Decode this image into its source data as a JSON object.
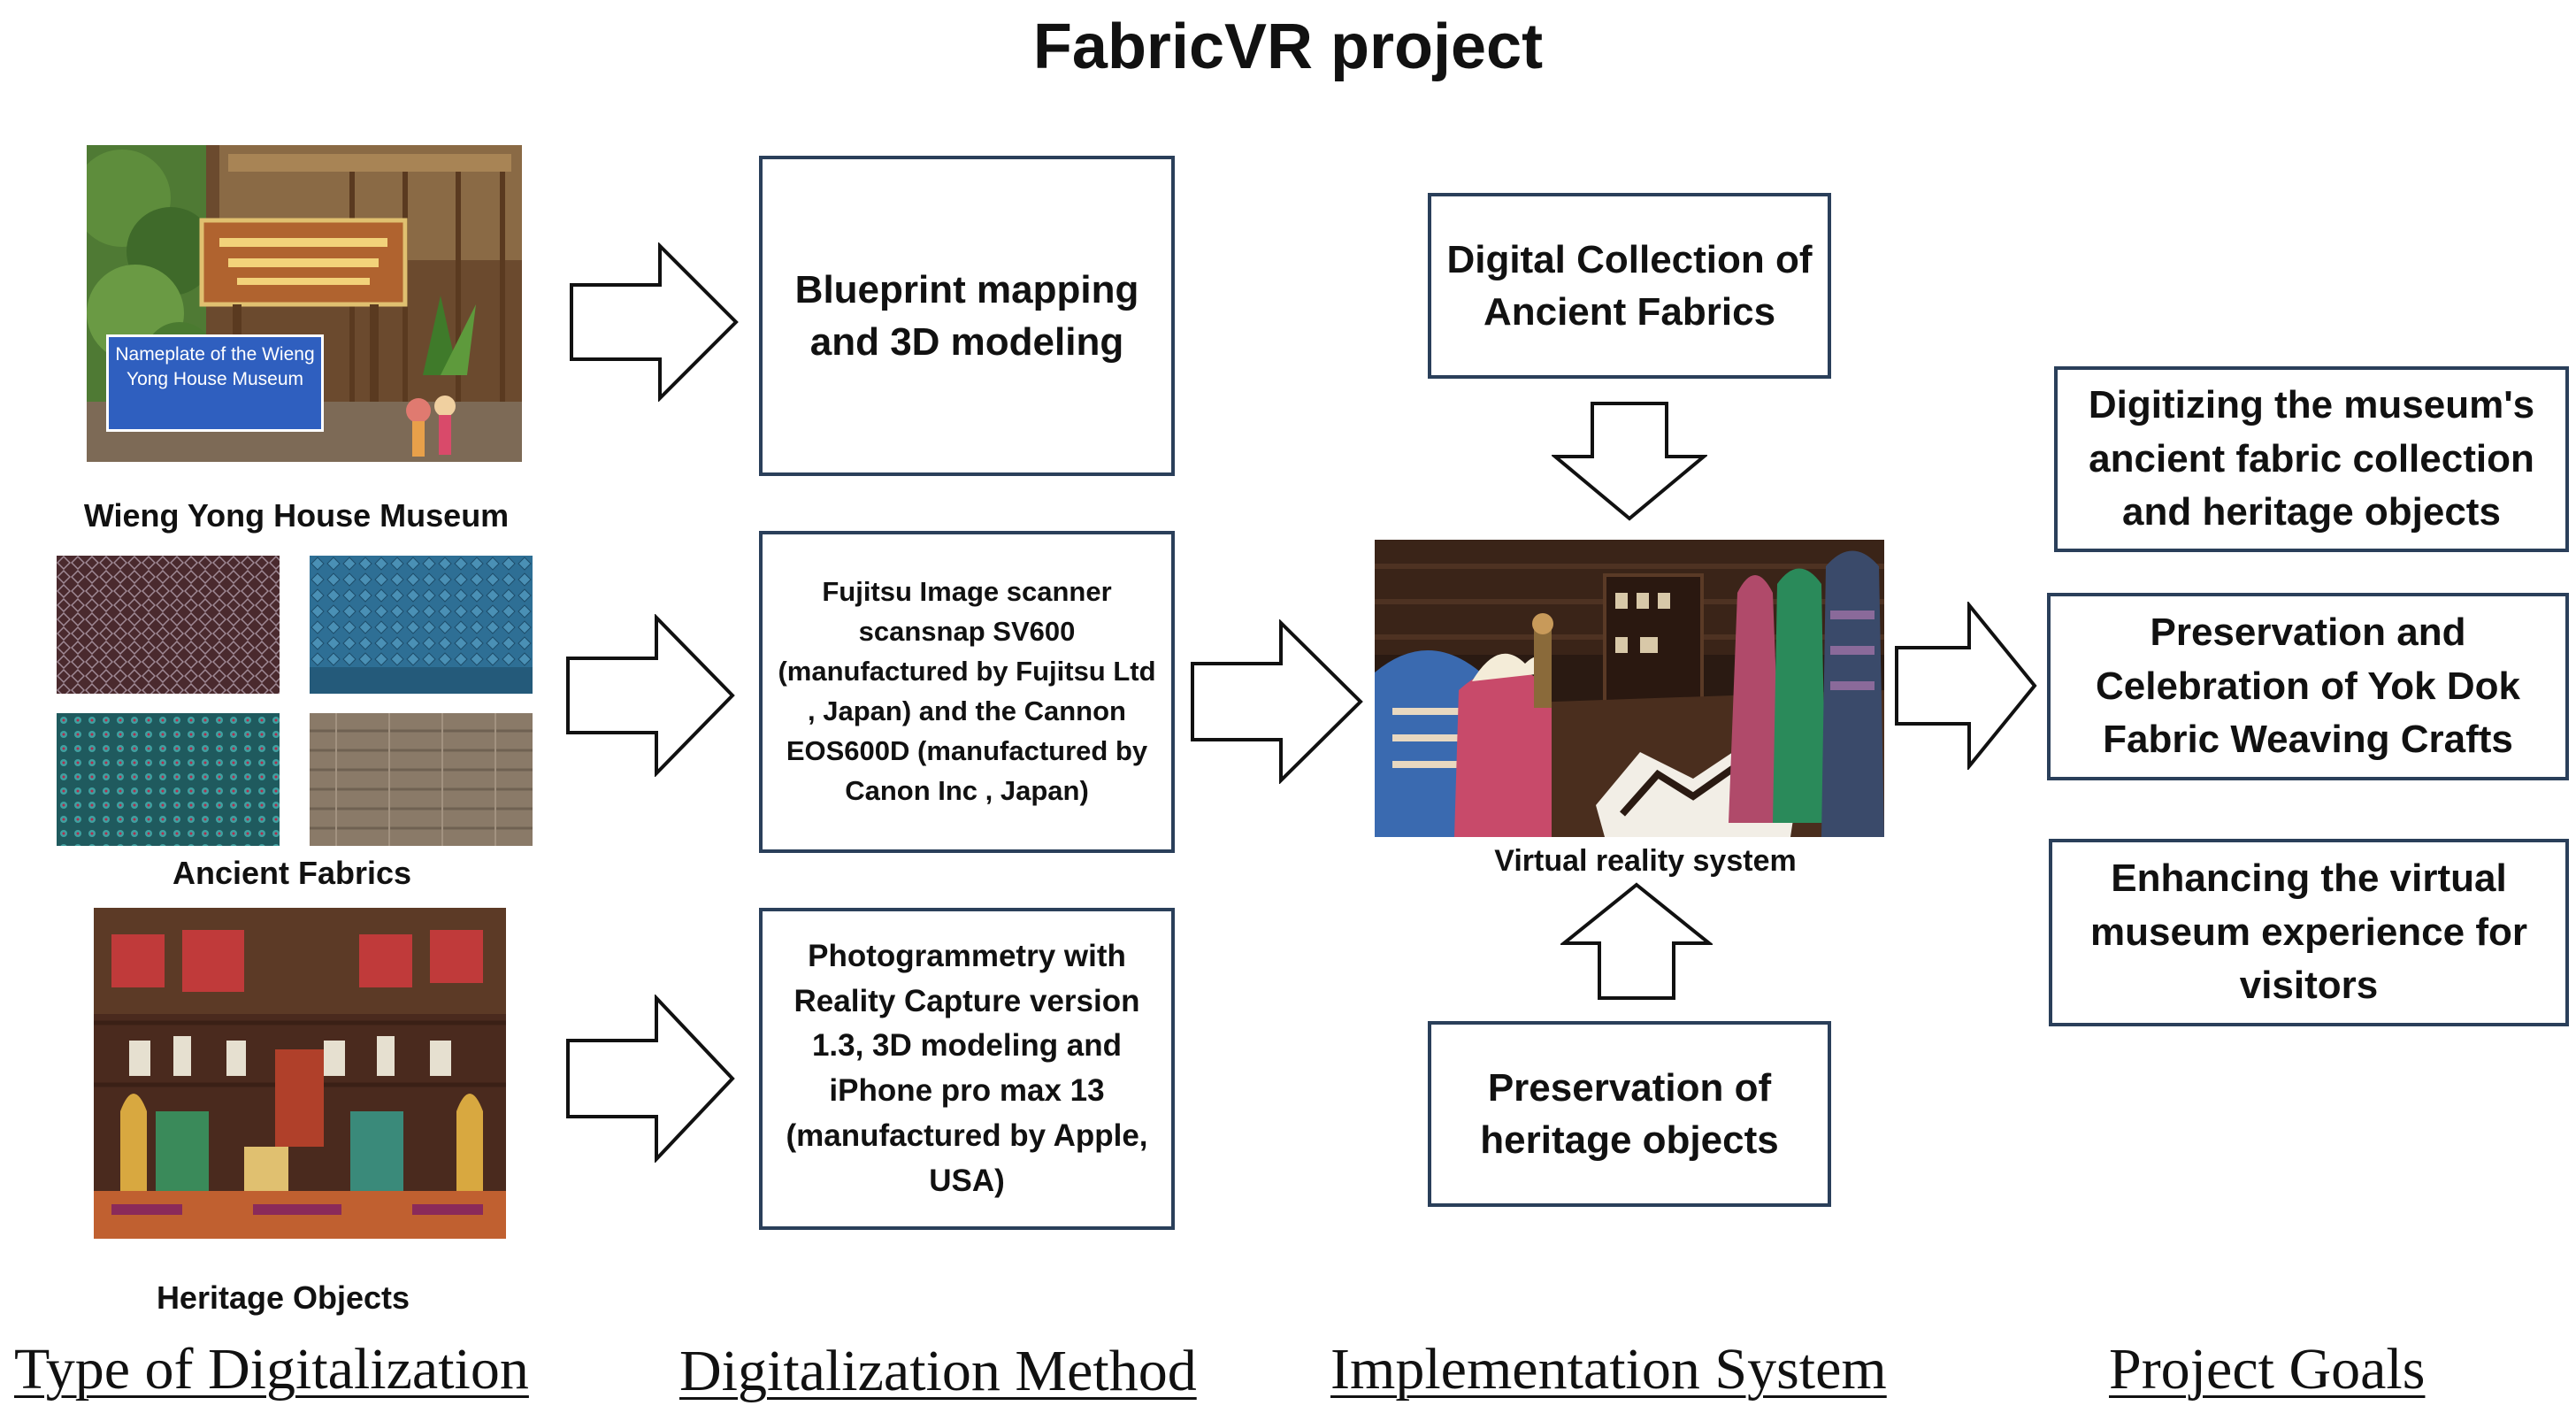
{
  "title": "FabricVR project",
  "sources": {
    "museum": {
      "nameplate": "Nameplate of the Wieng Yong House Museum",
      "caption": "Wieng Yong House Museum"
    },
    "fabrics_caption": "Ancient Fabrics",
    "heritage_caption": "Heritage Objects"
  },
  "methods": {
    "blueprint": "Blueprint mapping and 3D modeling",
    "scanner": "Fujitsu Image scanner scansnap SV600 (manufactured by Fujitsu Ltd , Japan)  and the Cannon EOS600D (manufactured by Canon Inc , Japan)",
    "photogrammetry": "Photogrammetry with Reality Capture version 1.3, 3D modeling and iPhone pro max 13 (manufactured by Apple, USA)"
  },
  "implementation": {
    "digital_collection": "Digital Collection of Ancient Fabrics",
    "vr_caption": "Virtual reality system",
    "preservation": "Preservation of heritage objects"
  },
  "goals": [
    "Digitizing the museum's ancient fabric collection and heritage objects",
    "Preservation and Celebration of Yok Dok Fabric Weaving Crafts",
    "Enhancing the virtual museum experience for visitors"
  ],
  "columns": {
    "type": "Type of Digitalization",
    "method": "Digitalization Method",
    "implementation": "Implementation System",
    "goals": "Project Goals"
  },
  "colors": {
    "box_border": "#2a3f5a",
    "nameplate": "#2f5fbf"
  },
  "icons": [
    "museum-photo",
    "fabric-swatch",
    "heritage-objects-photo",
    "vr-scene-photo",
    "right-arrow-icon",
    "down-arrow-icon",
    "up-arrow-icon"
  ]
}
